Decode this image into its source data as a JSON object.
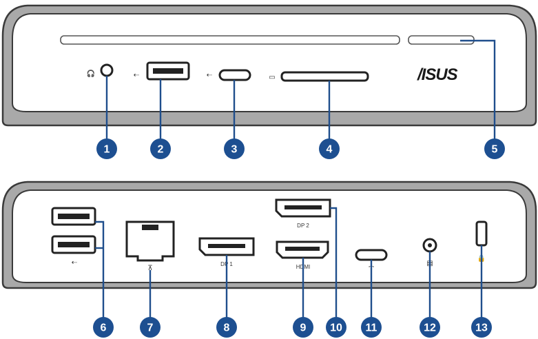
{
  "brand": {
    "logo_text": "/ISUS"
  },
  "front_panel": {
    "callouts": [
      "1",
      "2",
      "3",
      "4",
      "5"
    ]
  },
  "rear_panel": {
    "port_labels": {
      "dp1": "DP 1",
      "dp2": "DP 2",
      "hdmi": "HDMI"
    },
    "callouts": [
      "6",
      "7",
      "8",
      "9",
      "10",
      "11",
      "12",
      "13"
    ]
  },
  "colors": {
    "callout": "#1d4f91",
    "chassis": "#a9a9a9"
  }
}
